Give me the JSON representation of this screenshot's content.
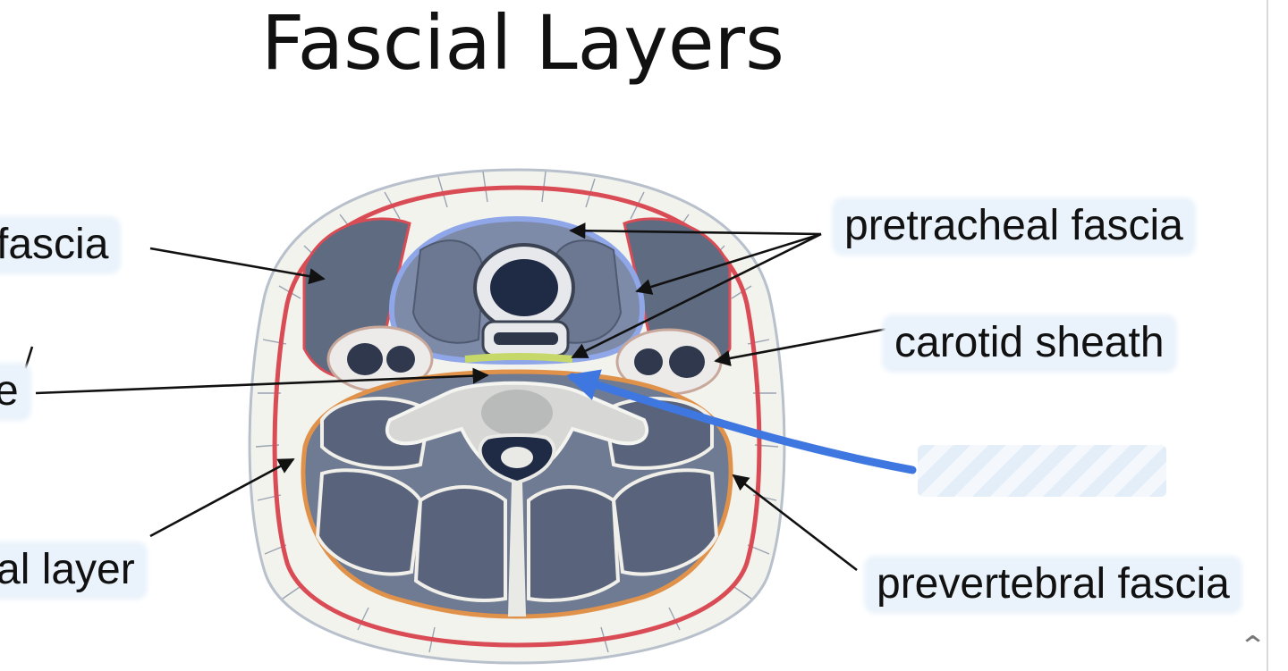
{
  "slide": {
    "title": "Fascial Layers"
  },
  "labels": {
    "left_top": "fascia",
    "left_middle": "e",
    "left_bottom": "al layer",
    "right_top": "pretracheal fascia",
    "right_middle": "carotid sheath",
    "right_hidden": "",
    "right_bottom": "prevertebral fascia"
  },
  "icons": {
    "scroll_up": "chevron-up-icon"
  },
  "colors": {
    "label_highlight": "#eaf3fb",
    "investing_layer": "#d94c55",
    "pretracheal_layer": "#8fa7e8",
    "prevertebral_layer": "#e0924a",
    "buccopharyngeal": "#c6d86a",
    "muscle": "#5f6b80",
    "pointer_arrow": "#3f77e0"
  }
}
